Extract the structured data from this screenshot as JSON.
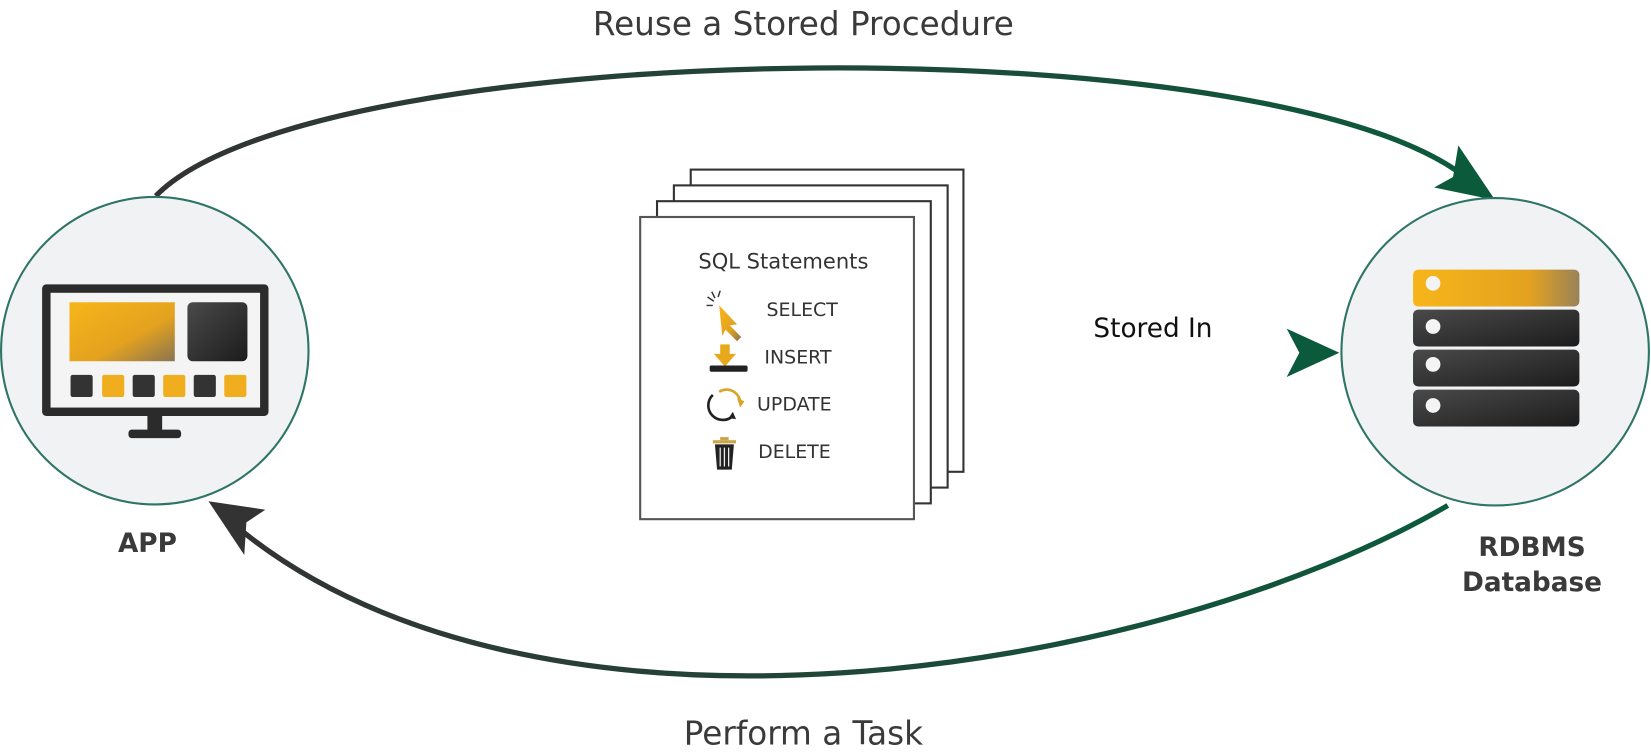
{
  "title_top": "Reuse a Stored Procedure",
  "title_bottom": "Perform a Task",
  "app": {
    "label": "APP"
  },
  "database": {
    "label_line1": "RDBMS",
    "label_line2": "Database"
  },
  "stored_in": "Stored In",
  "sql_card": {
    "heading": "SQL Statements",
    "items": [
      {
        "icon": "cursor-click-icon",
        "label": "SELECT"
      },
      {
        "icon": "download-tray-icon",
        "label": "INSERT"
      },
      {
        "icon": "refresh-cycle-icon",
        "label": "UPDATE"
      },
      {
        "icon": "trash-icon",
        "label": "DELETE"
      }
    ]
  },
  "colors": {
    "accent": "#f4b01c",
    "green": "#0b5a3c",
    "dark": "#333333",
    "circle_fill": "#f1f2f3",
    "circle_stroke": "#2e7565"
  }
}
